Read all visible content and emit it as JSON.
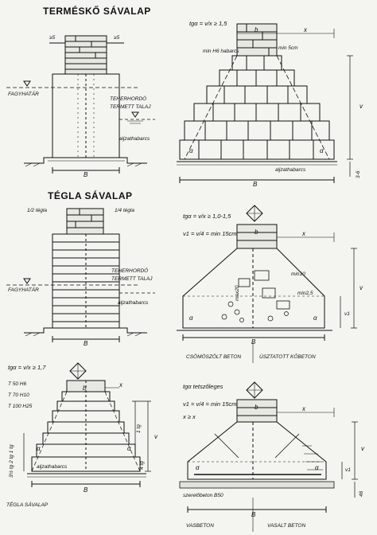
{
  "sections": {
    "stone": {
      "title": "TERMÉSKŐ SÁVALAP",
      "left": {
        "offset_left": "≥5",
        "offset_right": "≥5",
        "frost_line": "FAGYHATÁR",
        "bearing_soil_1": "TEHERHORDÓ",
        "bearing_soil_2": "TERMETT TALAJ",
        "base_mortar": "aljzathabarcs",
        "width": "B"
      },
      "right": {
        "ratio": "tgα = v/x ≥ 1,5",
        "mortar": "min H6 habarcs",
        "min_dim": "min 5cm",
        "b": "b",
        "x": "x",
        "v": "v",
        "alpha": "α",
        "base_mortar": "aljzathabarcs",
        "width": "B",
        "thickness": "3-6"
      }
    },
    "brick": {
      "title": "TÉGLA SÁVALAP",
      "left": {
        "half_brick": "1/2 tégla",
        "quarter_brick": "1/4 tégla",
        "frost_line": "FAGYHATÁR",
        "bearing_soil_1": "TEHERHORDÓ",
        "bearing_soil_2": "TERMETT TALAJ",
        "base_mortar": "aljzathabarcs",
        "width": "B"
      }
    },
    "concrete": {
      "ratio": "tgα = v/x ≥ 1,0-1,5",
      "v1_label": "v1 = v/4 = min 15cm",
      "b": "b",
      "x": "x",
      "v": "v",
      "v1": "v1",
      "min10": "min10",
      "max20": "max20",
      "min25": "min2,5",
      "alpha": "α",
      "width": "B",
      "caption_left": "CSÖMÖSZÖLT BETON",
      "caption_right": "ÚSZTATOTT KŐBETON"
    },
    "stepped_brick": {
      "ratio": "tgα = v/x ≥ 1,7",
      "grades": [
        "T 50 H6",
        "T 70 H10",
        "T 100 H25"
      ],
      "b": "b",
      "x": "x",
      "v": "v",
      "alpha": "α",
      "one_tg": "1 tg",
      "four_tg": "4 tg",
      "side_rows": "3½ tg  2 tg  1 tg",
      "base_mortar": "aljzathabarcs",
      "width": "B",
      "caption": "TÉGLA SÁVALAP"
    },
    "rc": {
      "ratio": "tgα tetszőleges",
      "v1_label": "v1 = v/4 = min 15cm",
      "x_rel": "x ≥ x",
      "b": "b",
      "x": "x",
      "v": "v",
      "v1": "v1",
      "alpha": "α",
      "lean_concrete": "szerelőbeton B50",
      "width": "B",
      "dim_side": "46",
      "caption_left": "VASBETON",
      "caption_right": "VASALT BETON"
    }
  }
}
